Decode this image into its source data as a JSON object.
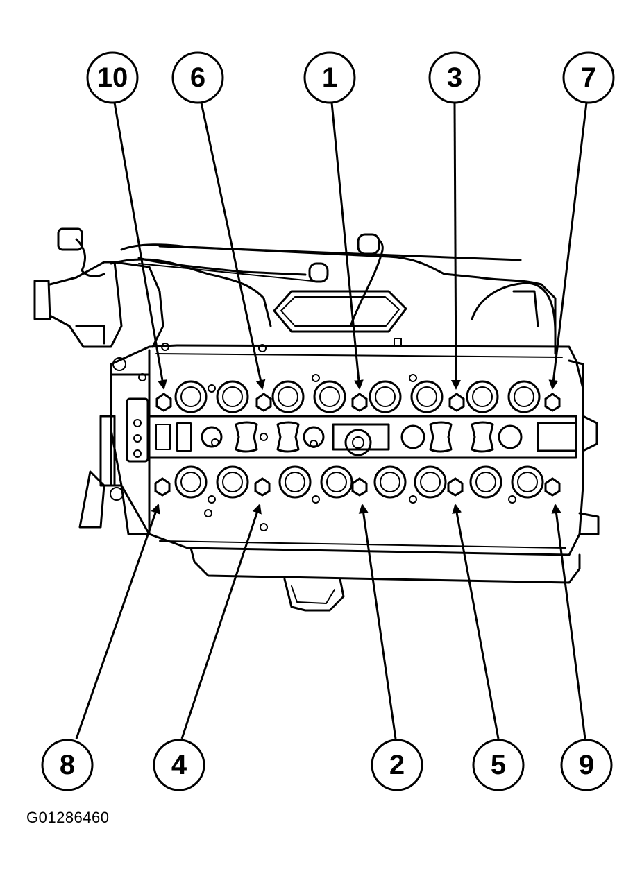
{
  "diagram": {
    "figure_id": "G01286460",
    "callouts_top": [
      "10",
      "6",
      "1",
      "3",
      "7"
    ],
    "callouts_bottom": [
      "8",
      "4",
      "2",
      "5",
      "9"
    ]
  }
}
